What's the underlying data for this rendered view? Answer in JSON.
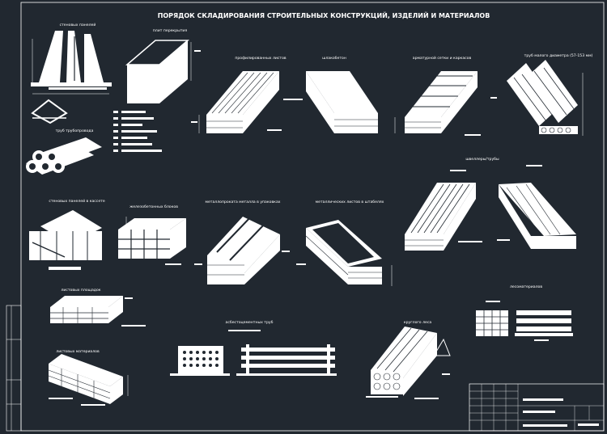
{
  "title": "ПОРЯДОК СКЛАДИРОВАНИЯ СТРОИТЕЛЬНЫХ КОНСТРУКЦИЙ, ИЗДЕЛИЙ И МАТЕРИАЛОВ",
  "items": {
    "wall_panels": "стеновых панелей",
    "slabs": "плит перекрытия",
    "profiled_sheets": "профилированных листов",
    "sandwich": "шлакобетон",
    "rebar_cages": "арматурной сетки и каркасов",
    "small_pipes": "труб малого диаметра (57-153 мм)",
    "large_pipes": "труб трубопровода",
    "wall_panels_cassette": "стеновых панелей в кассете",
    "foam_blocks": "железобетонных блоков",
    "sheet_metal_pack": "металлопроката металла в упаковках",
    "sheet_metal_stack": "металлических листов в штабелях",
    "channels": "швеллеры/трубы",
    "sheet_brick": "листовых площадок",
    "brick_pallet": "листовых материалов",
    "asbestos_pipes": "асбестоцементных труб",
    "round_timber": "круглого леса",
    "lumber": "лесоматериалов"
  }
}
